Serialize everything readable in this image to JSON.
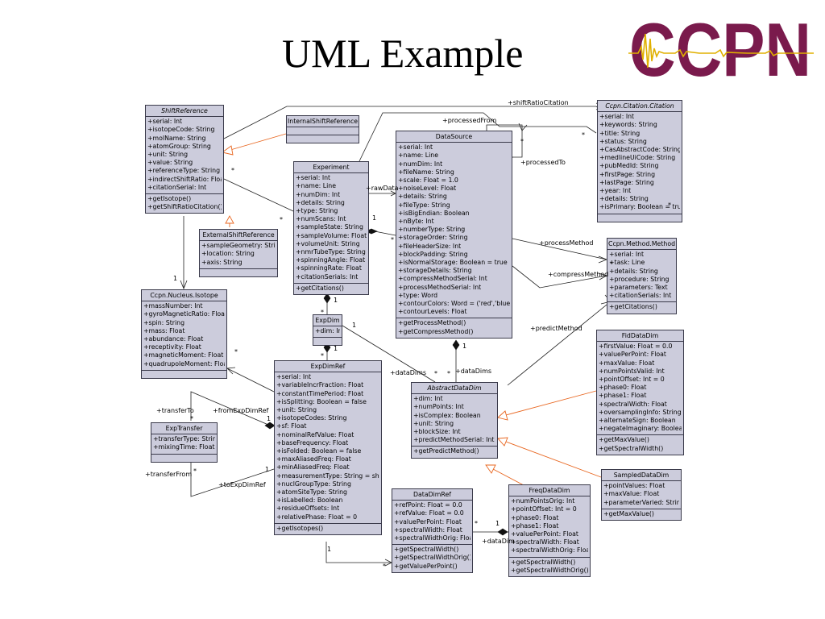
{
  "slide": {
    "title": "UML Example"
  },
  "logo": {
    "text": "CCPN",
    "letters": [
      "C",
      "C",
      "P",
      "N"
    ]
  },
  "classes": [
    {
      "id": "shiftref",
      "name": "ShiftReference",
      "italic": true,
      "attrs": [
        "+serial: Int",
        "+isotopeCode: String",
        "+molName: String",
        "+atomGroup: String",
        "+unit: String",
        "+value: String",
        "+referenceType: String",
        "+indirectShiftRatio: Float",
        "+citationSerial: Int"
      ],
      "ops": [
        "+getIsotope()",
        "+getShiftRatioCitation()"
      ]
    },
    {
      "id": "internal",
      "name": "InternalShiftReference",
      "italic": false,
      "attrs": [],
      "ops": []
    },
    {
      "id": "external",
      "name": "ExternalShiftReference",
      "italic": false,
      "attrs": [
        "+sampleGeometry: String",
        "+location: String",
        "+axis: String"
      ],
      "ops": []
    },
    {
      "id": "isotope",
      "name": "Ccpn.Nucleus.Isotope",
      "italic": false,
      "attrs": [
        "+massNumber: Int",
        "+gyroMagneticRatio: Float",
        "+spin: String",
        "+mass: Float",
        "+abundance: Float",
        "+receptivity: Float",
        "+magneticMoment: Float",
        "+quadrupoleMoment: Float"
      ],
      "ops": []
    },
    {
      "id": "experiment",
      "name": "Experiment",
      "italic": false,
      "attrs": [
        "+serial: Int",
        "+name: Line",
        "+numDim: Int",
        "+details: String",
        "+type: String",
        "+numScans: Int",
        "+sampleState: String",
        "+sampleVolume: Float",
        "+volumeUnit: String",
        "+nmrTubeType: String",
        "+spinningAngle: Float",
        "+spinningRate: Float",
        "+citationSerials: Int"
      ],
      "ops": [
        "+getCitations()"
      ]
    },
    {
      "id": "datasource",
      "name": "DataSource",
      "italic": false,
      "attrs": [
        "+serial: Int",
        "+name: Line",
        "+numDim: Int",
        "+fileName: String",
        "+scale: Float = 1.0",
        "+noiseLevel: Float",
        "+details: String",
        "+fileType: String",
        "+isBigEndian: Boolean",
        "+nByte: Int",
        "+numberType: String",
        "+storageOrder: String",
        "+fileHeaderSize: Int",
        "+blockPadding: String",
        "+isNormalStorage: Boolean = true",
        "+storageDetails: String",
        "+compressMethodSerial: Int",
        "+processMethodSerial: Int",
        "+type: Word",
        "+contourColors: Word = ('red','blue')",
        "+contourLevels: Float"
      ],
      "ops": [
        "+getProcessMethod()",
        "+getCompressMethod()"
      ]
    },
    {
      "id": "citation",
      "name": "Ccpn.Citation.Citation",
      "italic": true,
      "attrs": [
        "+serial: Int",
        "+keywords: String",
        "+title: String",
        "+status: String",
        "+CasAbstractCode: String",
        "+medlineUiCode: String",
        "+pubMedId: String",
        "+firstPage: String",
        "+lastPage: String",
        "+year: Int",
        "+details: String",
        "+isPrimary: Boolean = true"
      ],
      "ops": []
    },
    {
      "id": "method",
      "name": "Ccpn.Method.Method",
      "italic": false,
      "attrs": [
        "+serial: Int",
        "+task: Line",
        "+details: String",
        "+procedure: String",
        "+parameters: Text",
        "+citationSerials: Int"
      ],
      "ops": [
        "+getCitations()"
      ]
    },
    {
      "id": "expdim",
      "name": "ExpDim",
      "italic": false,
      "attrs": [
        "+dim: Int"
      ],
      "ops": []
    },
    {
      "id": "expdimref",
      "name": "ExpDimRef",
      "italic": false,
      "attrs": [
        "+serial: Int",
        "+variableIncrFraction: Float",
        "+constantTimePeriod: Float",
        "+isSplitting: Boolean = false",
        "+unit: String",
        "+isotopeCodes: String",
        "+sf: Float",
        "+nominalRefValue: Float",
        "+baseFrequency: Float",
        "+isFolded: Boolean = false",
        "+maxAliasedFreq: Float",
        "+minAliasedFreq: Float",
        "+measurementType: String = shift",
        "+nuclGroupType: String",
        "+atomSiteType: String",
        "+isLabelled: Boolean",
        "+residueOffsets: Int",
        "+relativePhase: Float = 0"
      ],
      "ops": [
        "+getIsotopes()"
      ]
    },
    {
      "id": "exptransfer",
      "name": "ExpTransfer",
      "italic": false,
      "attrs": [
        "+transferType: String",
        "+mixingTime: Float"
      ],
      "ops": []
    },
    {
      "id": "abstractdatadim",
      "name": "AbstractDataDim",
      "italic": true,
      "attrs": [
        "+dim: Int",
        "+numPoints: Int",
        "+isComplex: Boolean",
        "+unit: String",
        "+blockSize: Int",
        "+predictMethodSerial: Int"
      ],
      "ops": [
        "+getPredictMethod()"
      ]
    },
    {
      "id": "fiddatadim",
      "name": "FidDataDim",
      "italic": false,
      "attrs": [
        "+firstValue: Float = 0.0",
        "+valuePerPoint: Float",
        "+maxValue: Float",
        "+numPointsValid: Int",
        "+pointOffset: Int = 0",
        "+phase0: Float",
        "+phase1: Float",
        "+spectralWidth: Float",
        "+oversamplingInfo: String",
        "+alternateSign: Boolean",
        "+negateImaginary: Boolean"
      ],
      "ops": [
        "+getMaxValue()",
        "+getSpectralWidth()"
      ]
    },
    {
      "id": "sampleddatadim",
      "name": "SampledDataDim",
      "italic": false,
      "attrs": [
        "+pointValues: Float",
        "+maxValue: Float",
        "+parameterVaried: String"
      ],
      "ops": [
        "+getMaxValue()"
      ]
    },
    {
      "id": "datadimref",
      "name": "DataDimRef",
      "italic": false,
      "attrs": [
        "+refPoint: Float = 0.0",
        "+refValue: Float = 0.0",
        "+valuePerPoint: Float",
        "+spectralWidth: Float",
        "+spectralWidthOrig: Float"
      ],
      "ops": [
        "+getSpectralWidth()",
        "+getSpectralWidthOrig()",
        "+getValuePerPoint()"
      ]
    },
    {
      "id": "freqdatadim",
      "name": "FreqDataDim",
      "italic": false,
      "attrs": [
        "+numPointsOrig: Int",
        "+pointOffset: Int = 0",
        "+phase0: Float",
        "+phase1: Float",
        "+valuePerPoint: Float",
        "+spectralWidth: Float",
        "+spectralWidthOrig: Float"
      ],
      "ops": [
        "+getSpectralWidth()",
        "+getSpectralWidthOrig()"
      ]
    }
  ],
  "labels": {
    "shiftRatioCitation": "+shiftRatioCitation",
    "processedFrom": "+processedFrom",
    "processedTo": "+processedTo",
    "rawData": "+rawData",
    "processMethod": "+processMethod",
    "compressMethod": "+compressMethod",
    "predictMethod": "+predictMethod",
    "dataDims1": "+dataDims",
    "dataDims2": "+dataDims",
    "dataDim": "+dataDim",
    "transferTo": "+transferTo",
    "transferFrom": "+transferFrom",
    "fromExpDimRef": "+fromExpDimRef",
    "toExpDimRef": "+toExpDimRef",
    "m_star_sr": "*",
    "m_one_iso": "1",
    "m_star_iso": "*",
    "m_star_exp": "*",
    "m_one_raw": "1",
    "m_star_raw": "*",
    "m_star_pf": "*",
    "m_star_pt": "*",
    "m_star_cit": "*",
    "m_star_cit2": "*",
    "m_one_expdim": "1",
    "m_star_expdim": "*",
    "m_one_expdimref": "1",
    "m_star_expdimref": "*",
    "m_one_dimlink": "1",
    "m_star_dd1": "*",
    "m_star_dd2": "*",
    "m_one_ds": "1",
    "m_star_tt": "*",
    "m_one_fe": "1",
    "m_star_tf": "*",
    "m_one_te": "1",
    "m_one_ddr": "1",
    "m_star_ddr": "*",
    "m_one_ddr2": "1",
    "m_star_ddr2": "*"
  },
  "colors": {
    "classFill": "#ccccdc",
    "border": "#3a3a4a",
    "inheritArrow": "#e8651e",
    "logoLetters": "#7a1a4c",
    "logoSignal": "#e0b000"
  }
}
